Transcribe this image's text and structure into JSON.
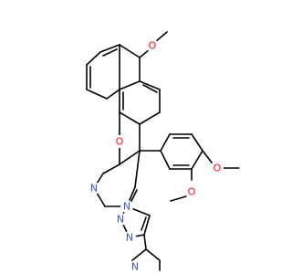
{
  "structure": {
    "atoms": [
      {
        "id": "o_pyran",
        "symbol": "O",
        "color": "#ff0d0d"
      },
      {
        "id": "o_methoxy_top",
        "symbol": "O",
        "color": "#ff0d0d"
      },
      {
        "id": "o_methoxy_para",
        "symbol": "O",
        "color": "#ff0d0d"
      },
      {
        "id": "o_methoxy_meta",
        "symbol": "O",
        "color": "#ff0d0d"
      },
      {
        "id": "n_pyrimidine",
        "symbol": "N",
        "color": "#3050f8"
      },
      {
        "id": "n_fusion",
        "symbol": "N",
        "color": "#3050f8"
      },
      {
        "id": "n_triazole_a",
        "symbol": "N",
        "color": "#3050f8"
      },
      {
        "id": "n_triazole_b",
        "symbol": "N",
        "color": "#3050f8"
      },
      {
        "id": "n_pyridine",
        "symbol": "N",
        "color": "#3050f8"
      }
    ],
    "bond_color": "#000000"
  }
}
